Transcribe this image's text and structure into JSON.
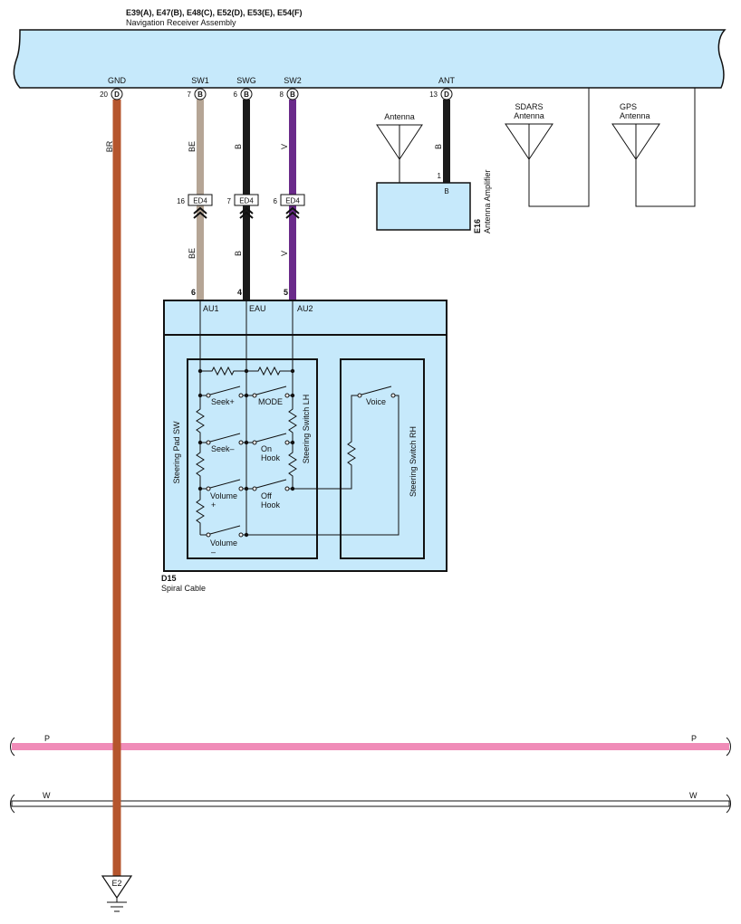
{
  "header": {
    "connectors": "E39(A), E47(B), E48(C), E52(D), E53(E), E54(F)",
    "assembly": "Navigation Receiver Assembly"
  },
  "terminals": [
    {
      "name": "GND",
      "pin": "20",
      "conn": "D"
    },
    {
      "name": "SW1",
      "pin": "7",
      "conn": "B"
    },
    {
      "name": "SWG",
      "pin": "6",
      "conn": "B"
    },
    {
      "name": "SW2",
      "pin": "8",
      "conn": "B"
    },
    {
      "name": "ANT",
      "pin": "13",
      "conn": "D"
    }
  ],
  "wires": {
    "gnd": {
      "code": "BR",
      "color": "#b5552d"
    },
    "sw1": {
      "code": "BE",
      "color": "#b5a595"
    },
    "swg": {
      "code": "B",
      "color": "#1a1a1a"
    },
    "sw2": {
      "code": "V",
      "color": "#6a2a8a"
    },
    "ant": {
      "code": "B",
      "color": "#1a1a1a"
    }
  },
  "junctions": [
    {
      "label": "ED4",
      "pin": "16"
    },
    {
      "label": "ED4",
      "pin": "7"
    },
    {
      "label": "ED4",
      "pin": "6"
    }
  ],
  "spiral_pins": [
    "6",
    "4",
    "5"
  ],
  "spiral_terminals": [
    "AU1",
    "EAU",
    "AU2"
  ],
  "spiral": {
    "id": "D15",
    "name": "Spiral Cable"
  },
  "antenna": {
    "label": "Antenna",
    "amp_pin": "1",
    "amp_pin_label": "B",
    "amp_id": "E16",
    "amp_name": "Antenna Amplifier"
  },
  "sdars": {
    "line1": "SDARS",
    "line2": "Antenna"
  },
  "gps": {
    "line1": "GPS",
    "line2": "Antenna"
  },
  "steering_pad": {
    "title": "Steering Pad SW"
  },
  "switch_lh": {
    "title": "Steering Switch LH"
  },
  "switch_rh": {
    "title": "Steering Switch RH"
  },
  "switches": {
    "seek_plus": "Seek+",
    "mode": "MODE",
    "seek_minus": "Seek–",
    "on_hook_1": "On",
    "on_hook_2": "Hook",
    "volume_plus_1": "Volume",
    "volume_plus_2": "+",
    "off_hook_1": "Off",
    "off_hook_2": "Hook",
    "volume_minus_1": "Volume",
    "volume_minus_2": "–",
    "voice": "Voice"
  },
  "bus": {
    "p": {
      "label": "P",
      "color": "#f08cb8"
    },
    "w": {
      "label": "W",
      "color": "#ffffff"
    }
  },
  "ground": {
    "label": "E2"
  }
}
